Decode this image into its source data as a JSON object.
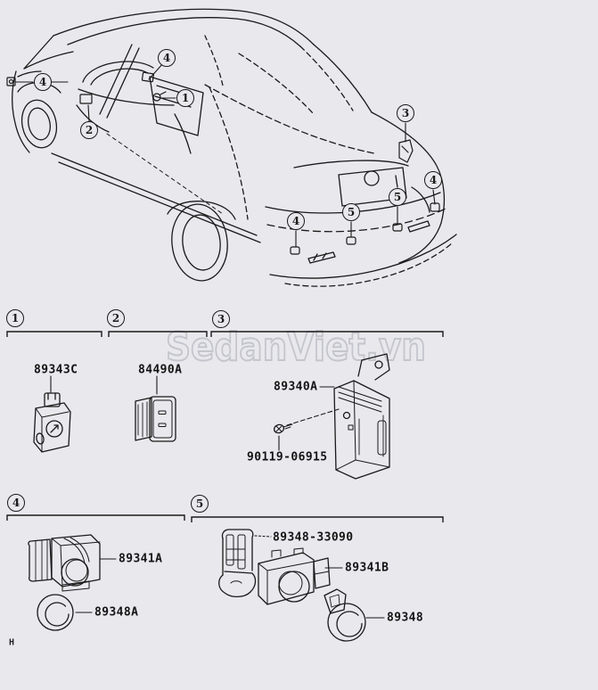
{
  "page": {
    "background": "#e8e8ed",
    "line_color": "#1a1a1a",
    "watermark_text": "SedanViet.vn",
    "watermark_color": "#c5c5cd",
    "page_marker": "H"
  },
  "vehicle": {
    "callouts": [
      {
        "label": "4"
      },
      {
        "label": "4"
      },
      {
        "label": "1"
      },
      {
        "label": "2"
      },
      {
        "label": "3"
      },
      {
        "label": "4"
      },
      {
        "label": "5"
      },
      {
        "label": "5"
      },
      {
        "label": "4"
      }
    ]
  },
  "sections": [
    {
      "label": "1",
      "parts": [
        {
          "number": "89343C"
        }
      ]
    },
    {
      "label": "2",
      "parts": [
        {
          "number": "84490A"
        }
      ]
    },
    {
      "label": "3",
      "parts": [
        {
          "number": "89340A"
        },
        {
          "number": "90119-06915"
        }
      ]
    },
    {
      "label": "4",
      "parts": [
        {
          "number": "89341A"
        },
        {
          "number": "89348A"
        }
      ]
    },
    {
      "label": "5",
      "parts": [
        {
          "number": "89348-33090"
        },
        {
          "number": "89341B"
        },
        {
          "number": "89348"
        }
      ]
    }
  ]
}
